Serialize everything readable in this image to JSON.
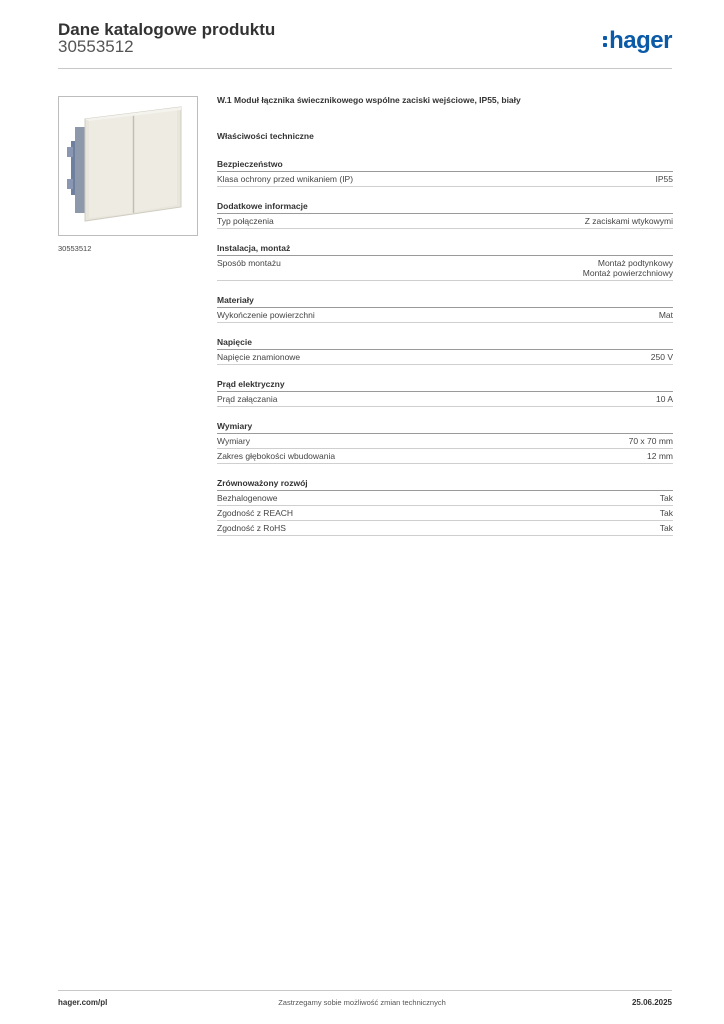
{
  "header": {
    "title": "Dane katalogowe produktu",
    "code": "30553512",
    "logo_text": "hager"
  },
  "product": {
    "image_caption": "30553512",
    "title": "W.1 Moduł łącznika świecznikowego wspólne zaciski wejściowe, IP55, biały",
    "tech_heading": "Właściwości techniczne"
  },
  "sections": [
    {
      "title": "Bezpieczeństwo",
      "rows": [
        {
          "label": "Klasa ochrony przed wnikaniem (IP)",
          "values": [
            "IP55"
          ]
        }
      ]
    },
    {
      "title": "Dodatkowe informacje",
      "rows": [
        {
          "label": "Typ połączenia",
          "values": [
            "Z  zaciskami wtykowymi"
          ]
        }
      ]
    },
    {
      "title": "Instalacja, montaż",
      "rows": [
        {
          "label": "Sposób montażu",
          "values": [
            "Montaż podtynkowy",
            "Montaż powierzchniowy"
          ]
        }
      ]
    },
    {
      "title": "Materiały",
      "rows": [
        {
          "label": "Wykończenie powierzchni",
          "values": [
            "Mat"
          ]
        }
      ]
    },
    {
      "title": "Napięcie",
      "rows": [
        {
          "label": "Napięcie znamionowe",
          "values": [
            "250 V"
          ]
        }
      ]
    },
    {
      "title": "Prąd elektryczny",
      "rows": [
        {
          "label": "Prąd załączania",
          "values": [
            "10 A"
          ]
        }
      ]
    },
    {
      "title": "Wymiary",
      "rows": [
        {
          "label": "Wymiary",
          "values": [
            "70 x 70 mm"
          ]
        },
        {
          "label": "Zakres głębokości wbudowania",
          "values": [
            "12 mm"
          ]
        }
      ]
    },
    {
      "title": "Zrównoważony rozwój",
      "rows": [
        {
          "label": "Bezhalogenowe",
          "values": [
            "Tak"
          ]
        },
        {
          "label": "Zgodność z REACH",
          "values": [
            "Tak"
          ]
        },
        {
          "label": "Zgodność z RoHS",
          "values": [
            "Tak"
          ]
        }
      ]
    }
  ],
  "footer": {
    "website": "hager.com/pl",
    "disclaimer": "Zastrzegamy sobie możliwość zmian technicznych",
    "date": "25.06.2025"
  },
  "colors": {
    "brand": "#0a5aa8"
  }
}
